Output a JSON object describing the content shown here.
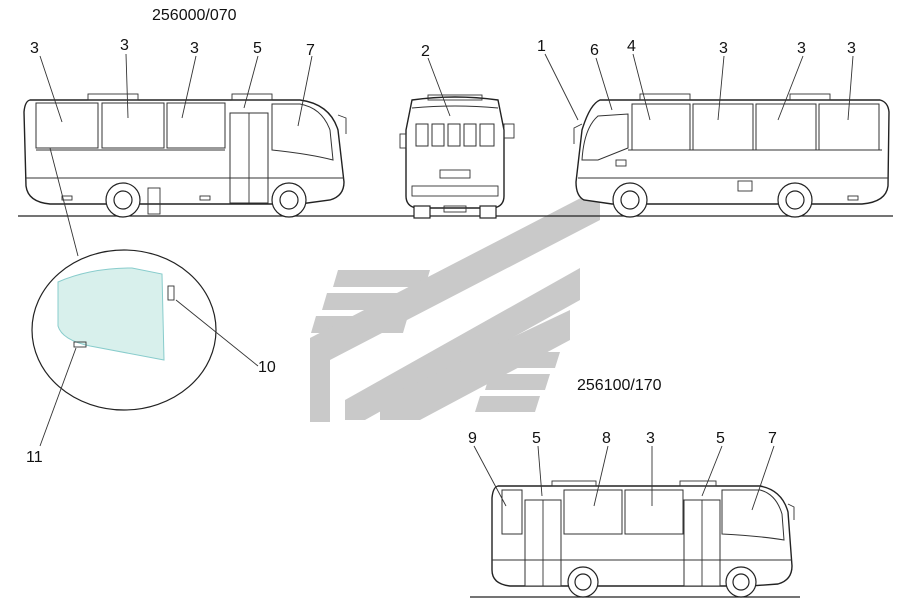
{
  "captions": {
    "model_a": "256000/070",
    "model_b": "256100/170"
  },
  "callouts": {
    "side_left": [
      "3",
      "3",
      "3",
      "5",
      "7"
    ],
    "front": "2",
    "side_right": [
      "1",
      "6",
      "4",
      "3",
      "3",
      "3"
    ],
    "detail": [
      "10",
      "11"
    ],
    "side_bottom": [
      "9",
      "5",
      "8",
      "3",
      "5",
      "7"
    ]
  },
  "colors": {
    "line": "#222222",
    "glass": "#d8f0ec",
    "watermark": "#c8c8c8"
  }
}
